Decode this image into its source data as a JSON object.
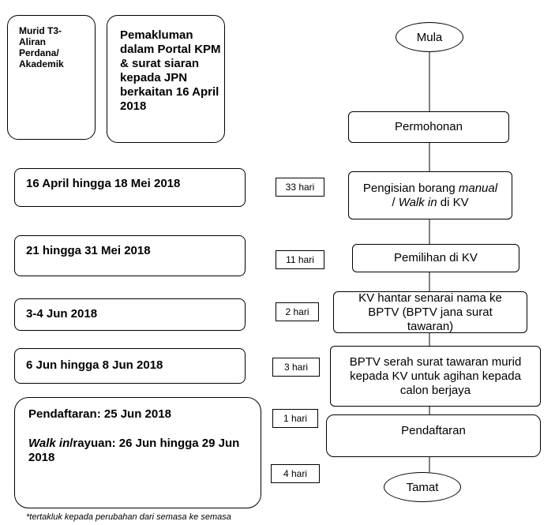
{
  "left_top": {
    "student_label": "Murid T3- Aliran Perdana/ Akademik",
    "announcement": "Pemakluman dalam Portal KPM & surat siaran kepada JPN berkaitan 16 April 2018"
  },
  "dates": {
    "d1": "16 April hingga 18 Mei 2018",
    "d2": "21 hingga 31 Mei 2018",
    "d3": "3-4 Jun 2018",
    "d4": "6 Jun hingga 8 Jun 2018",
    "d5a": "Pendaftaran: 25 Jun 2018",
    "d5b_italic": "Walk in",
    "d5b_rest": "/rayuan: 26 Jun hingga 29 Jun 2018"
  },
  "durations": [
    "33 hari",
    "11 hari",
    "2 hari",
    "3 hari",
    "1 hari",
    "4 hari"
  ],
  "flow": {
    "start": "Mula",
    "step1": "Permohonan",
    "step2_a": "Pengisian borang ",
    "step2_italic1": "manual",
    "step2_b": "/ ",
    "step2_italic2": "Walk in",
    "step2_c": " di KV",
    "step3": "Pemilihan di KV",
    "step4": "KV hantar senarai nama ke BPTV (BPTV jana surat tawaran)",
    "step5": "BPTV serah surat tawaran murid kepada KV untuk agihan kepada calon berjaya",
    "step6": "Pendaftaran",
    "end": "Tamat"
  },
  "footnote": "*tertakluk kepada perubahan dari semasa ke semasa"
}
